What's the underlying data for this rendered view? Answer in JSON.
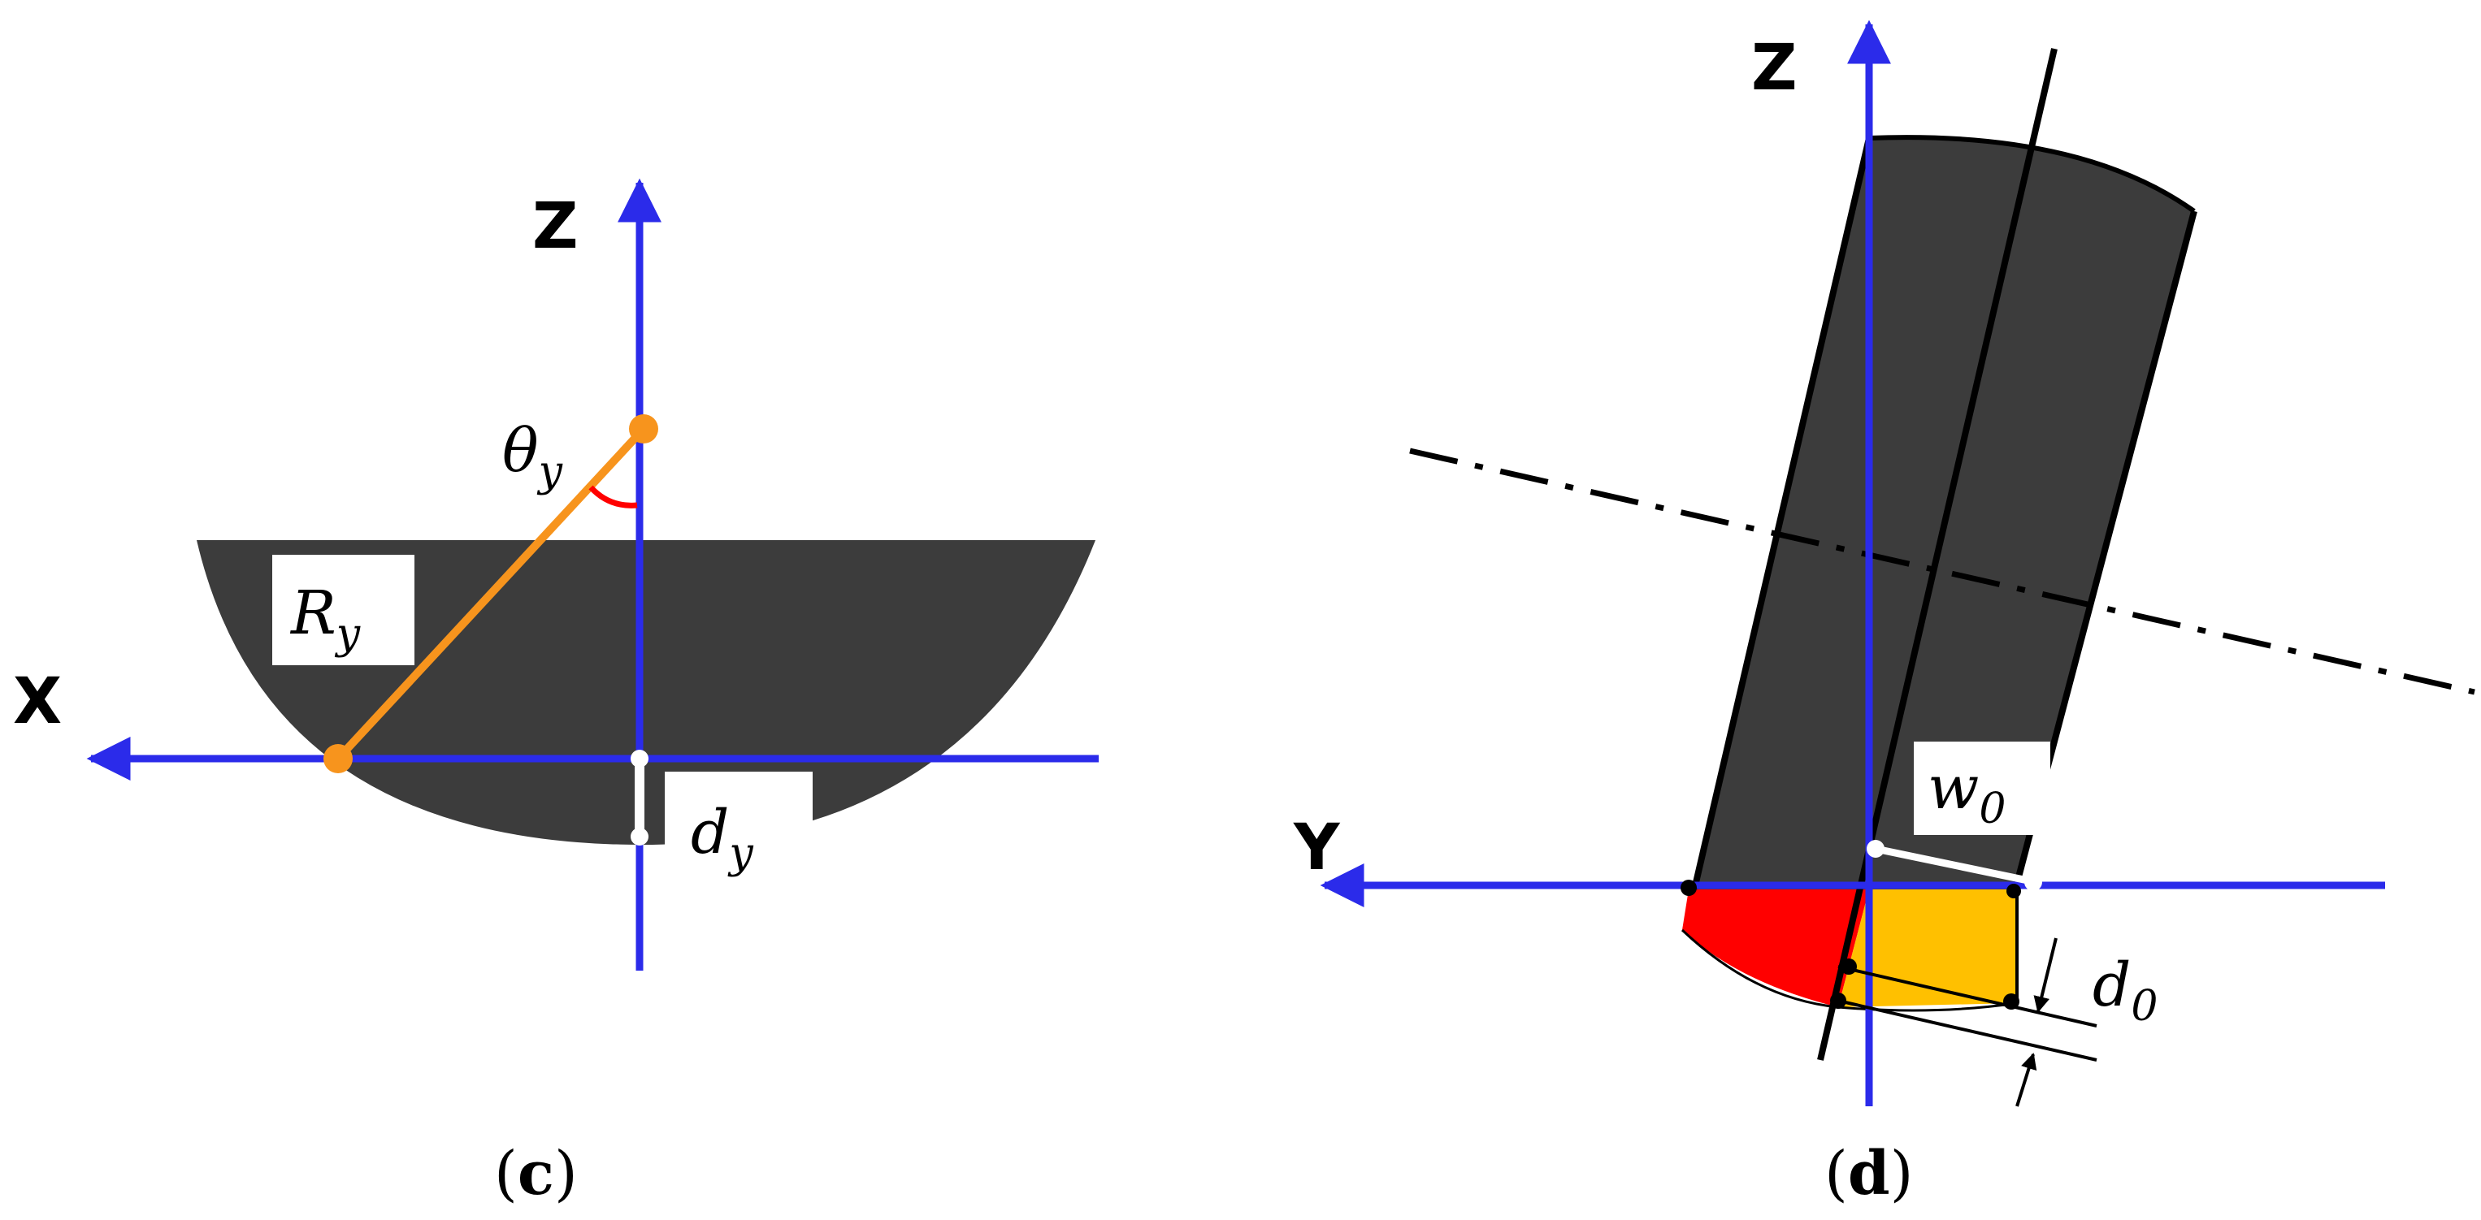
{
  "panel_c": {
    "axes": {
      "vertical": "Z",
      "horizontal": "X"
    },
    "labels": {
      "theta": {
        "base": "θ",
        "sub": "y"
      },
      "radius": {
        "base": "R",
        "sub": "y"
      },
      "depth": {
        "base": "d",
        "sub": "y"
      }
    },
    "caption": {
      "open": "(",
      "letter": "c",
      "close": ")"
    }
  },
  "panel_d": {
    "axes": {
      "vertical": "Z",
      "horizontal": "Y"
    },
    "labels": {
      "width": {
        "base": "w",
        "sub": "0"
      },
      "depth": {
        "base": "d",
        "sub": "0"
      }
    },
    "caption": {
      "open": "(",
      "letter": "d",
      "close": ")"
    }
  },
  "colors": {
    "axis": "#2b2bea",
    "body": "#3c3c3c",
    "orange": "#f7941d",
    "red": "#ff0000",
    "yellow": "#ffc000",
    "white": "#ffffff",
    "black": "#000000"
  }
}
